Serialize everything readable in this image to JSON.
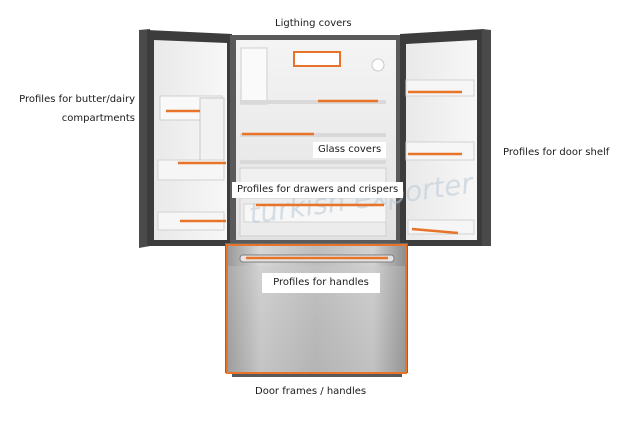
{
  "figure": {
    "accent_color": "#e8742a",
    "watermark_text": "turkish exporter"
  },
  "labels": {
    "lighting_covers": "Ligthing covers",
    "butter_dairy_line1": "Profiles for butter/dairy",
    "butter_dairy_line2": "compartments",
    "door_shelf": "Profiles for door shelf",
    "glass_covers": "Glass covers",
    "drawers_crispers": "Profiles for drawers and crispers",
    "handles": "Profiles for handles",
    "door_frames": "Door frames / handles"
  }
}
